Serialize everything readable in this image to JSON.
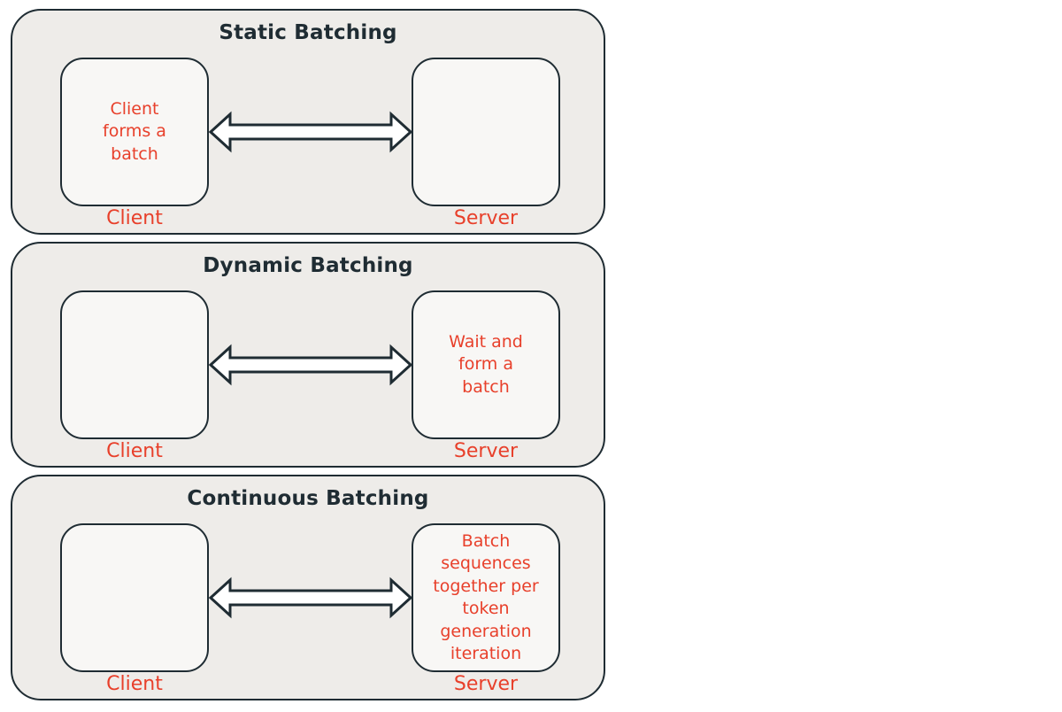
{
  "panels": [
    {
      "title": "Static Batching",
      "client_text": "Client\nforms a\nbatch",
      "server_text": "",
      "client_label": "Client",
      "server_label": "Server"
    },
    {
      "title": "Dynamic Batching",
      "client_text": "",
      "server_text": "Wait and\nform a\nbatch",
      "client_label": "Client",
      "server_label": "Server"
    },
    {
      "title": "Continuous Batching",
      "client_text": "",
      "server_text": "Batch\nsequences\ntogether per\ntoken\ngeneration\niteration",
      "client_label": "Client",
      "server_label": "Server"
    }
  ],
  "colors": {
    "panel_background": "#eeece9",
    "node_background": "#f8f7f5",
    "outline": "#1f2c33",
    "accent_text": "#e8402b"
  },
  "icons": {
    "connector": "double-headed-arrow-icon"
  }
}
